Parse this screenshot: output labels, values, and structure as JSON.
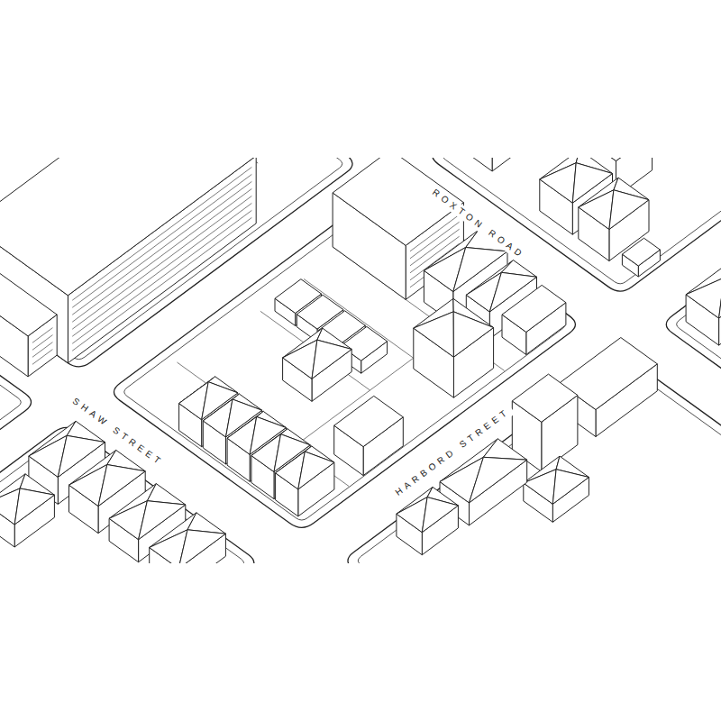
{
  "diagram": {
    "labels": [
      "ROXTON ROAD",
      "SHAW STREET",
      "HARBORD STREET"
    ]
  }
}
